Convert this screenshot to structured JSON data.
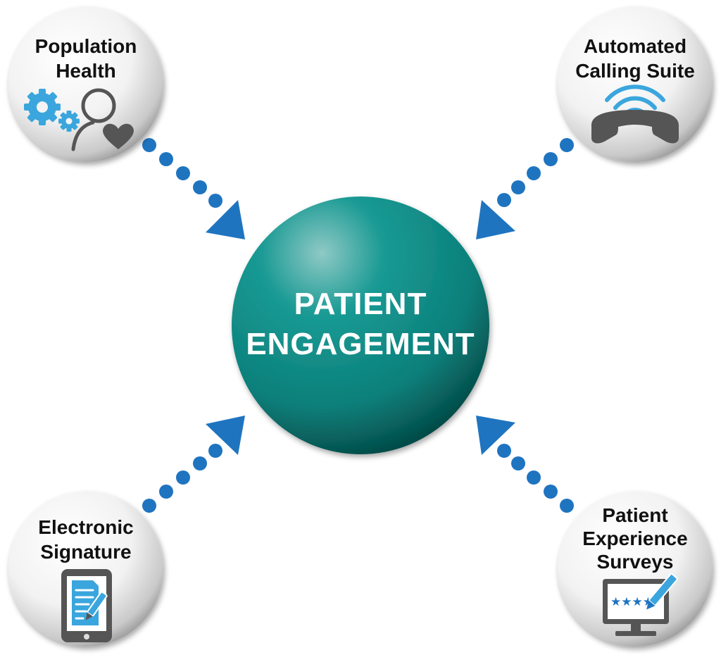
{
  "center": {
    "line1": "PATIENT",
    "line2": "ENGAGEMENT"
  },
  "nodes": {
    "population_health": {
      "line1": "Population",
      "line2": "Health",
      "icon": "gears-person-heart-icon"
    },
    "automated_calling": {
      "line1": "Automated",
      "line2": "Calling Suite",
      "icon": "phone-signal-icon"
    },
    "electronic_signature": {
      "line1": "Electronic",
      "line2": "Signature",
      "icon": "tablet-document-pen-icon"
    },
    "patient_experience": {
      "line1": "Patient",
      "line2": "Experience",
      "line3": "Surveys",
      "icon": "monitor-stars-pen-icon"
    }
  },
  "colors": {
    "teal": "#0f8f8a",
    "teal_dark": "#05534f",
    "arrow_blue": "#1f74c0",
    "icon_blue": "#3aa6dd",
    "icon_gray": "#555555",
    "text": "#111111"
  }
}
